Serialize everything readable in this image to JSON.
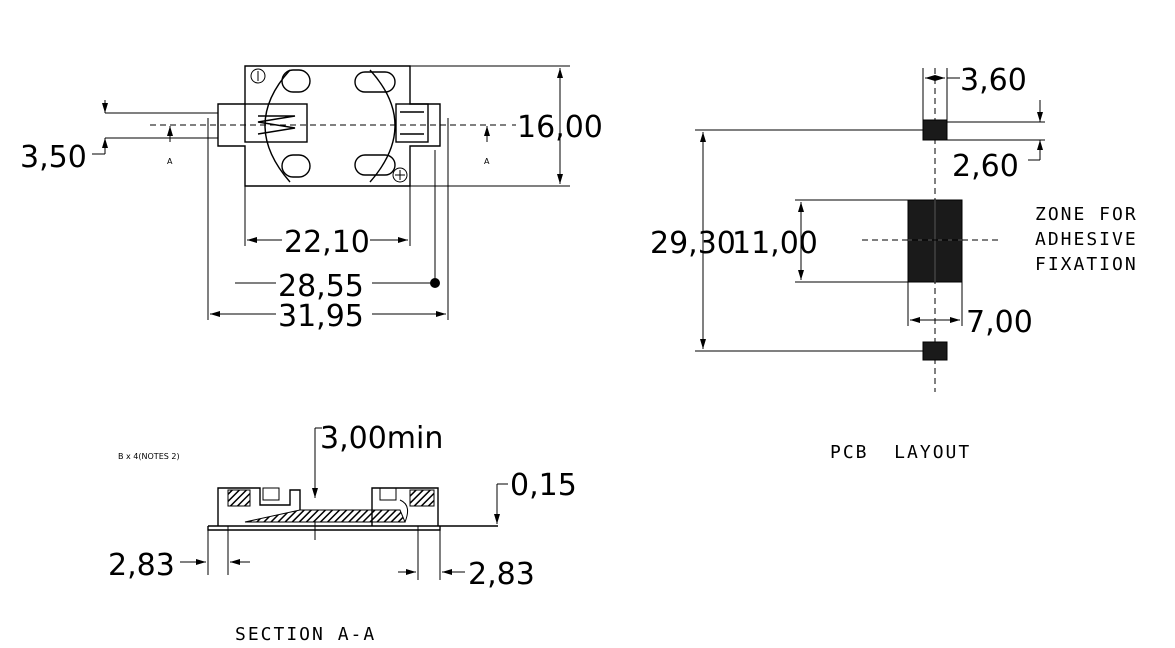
{
  "top_view": {
    "dim_height": "16,00",
    "dim_offset": "3,50",
    "dim_inner": "22,10",
    "dim_mid": "28,55",
    "dim_outer": "31,95",
    "section_mark_left": "A",
    "section_mark_right": "A"
  },
  "pcb_layout": {
    "dim_pad_width": "3,60",
    "dim_pad_height": "2,60",
    "dim_total": "29,30",
    "dim_zone_height": "11,00",
    "dim_zone_width": "7,00",
    "zone_note": [
      "ZONE FOR",
      "ADHESIVE",
      "FIXATION"
    ],
    "title": "PCB  LAYOUT"
  },
  "section": {
    "note": "B x 4(NOTES 2)",
    "dim_clearance": "3,00min",
    "dim_thickness": "0,15",
    "dim_left": "2,83",
    "dim_right": "2,83",
    "title": "SECTION A-A"
  }
}
